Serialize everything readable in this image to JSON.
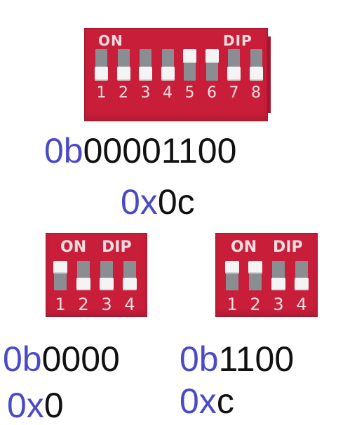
{
  "switch8": {
    "on_label": "ON",
    "dip_label": "DIP",
    "positions": [
      "1",
      "2",
      "3",
      "4",
      "5",
      "6",
      "7",
      "8"
    ],
    "states": [
      "down",
      "down",
      "down",
      "down",
      "up",
      "up",
      "down",
      "down"
    ]
  },
  "readout8": {
    "bin_prefix": "0b",
    "bin_value": "00001100",
    "hex_prefix": "0x",
    "hex_value": "0c"
  },
  "switch4a": {
    "on_label": "ON",
    "dip_label": "DIP",
    "positions": [
      "1",
      "2",
      "3",
      "4"
    ],
    "states": [
      "up",
      "down",
      "down",
      "down"
    ]
  },
  "readout4a": {
    "bin_prefix": "0b",
    "bin_value": "0000",
    "hex_prefix": "0x",
    "hex_value": "0"
  },
  "switch4b": {
    "on_label": "ON",
    "dip_label": "DIP",
    "positions": [
      "1",
      "2",
      "3",
      "4"
    ],
    "states": [
      "up",
      "up",
      "down",
      "down"
    ]
  },
  "readout4b": {
    "bin_prefix": "0b",
    "bin_value": "1100",
    "hex_prefix": "0x",
    "hex_value": "c"
  },
  "colors": {
    "switch_body": "#c81e3a",
    "prefix": "#4a4ac8",
    "value": "#111111",
    "actuator": "#f4f4f4"
  }
}
